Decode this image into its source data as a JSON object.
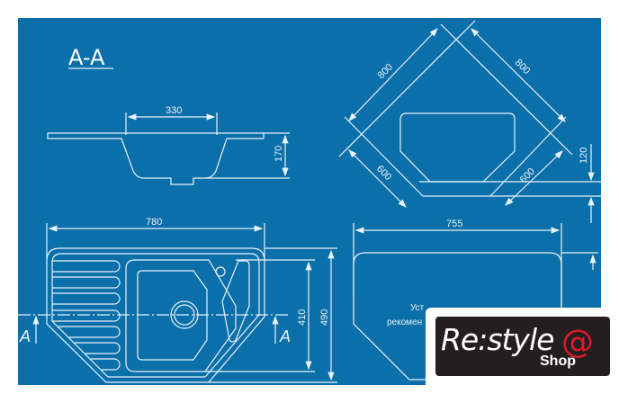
{
  "section_title": "A-A",
  "dimensions": {
    "bowl_width": "330",
    "bowl_depth": "170",
    "overall_length": "780",
    "bowl_inner_depth": "410",
    "overall_depth": "490",
    "corner_side_left": "800",
    "corner_side_right": "800",
    "cabinet_left": "600",
    "cabinet_right": "600",
    "front_offset": "120",
    "cutout_width": "755"
  },
  "section_marks": {
    "left": "A",
    "right": "A"
  },
  "cutout_note": {
    "line1": "Уст",
    "line2": "рекомен"
  },
  "logo": {
    "brand": "Re:style",
    "sub": "Shop",
    "symbol": "@",
    "accent_color": "#e0182d"
  },
  "colors": {
    "sheet": "#0b6fa9",
    "lines": "#e8f2fa"
  }
}
